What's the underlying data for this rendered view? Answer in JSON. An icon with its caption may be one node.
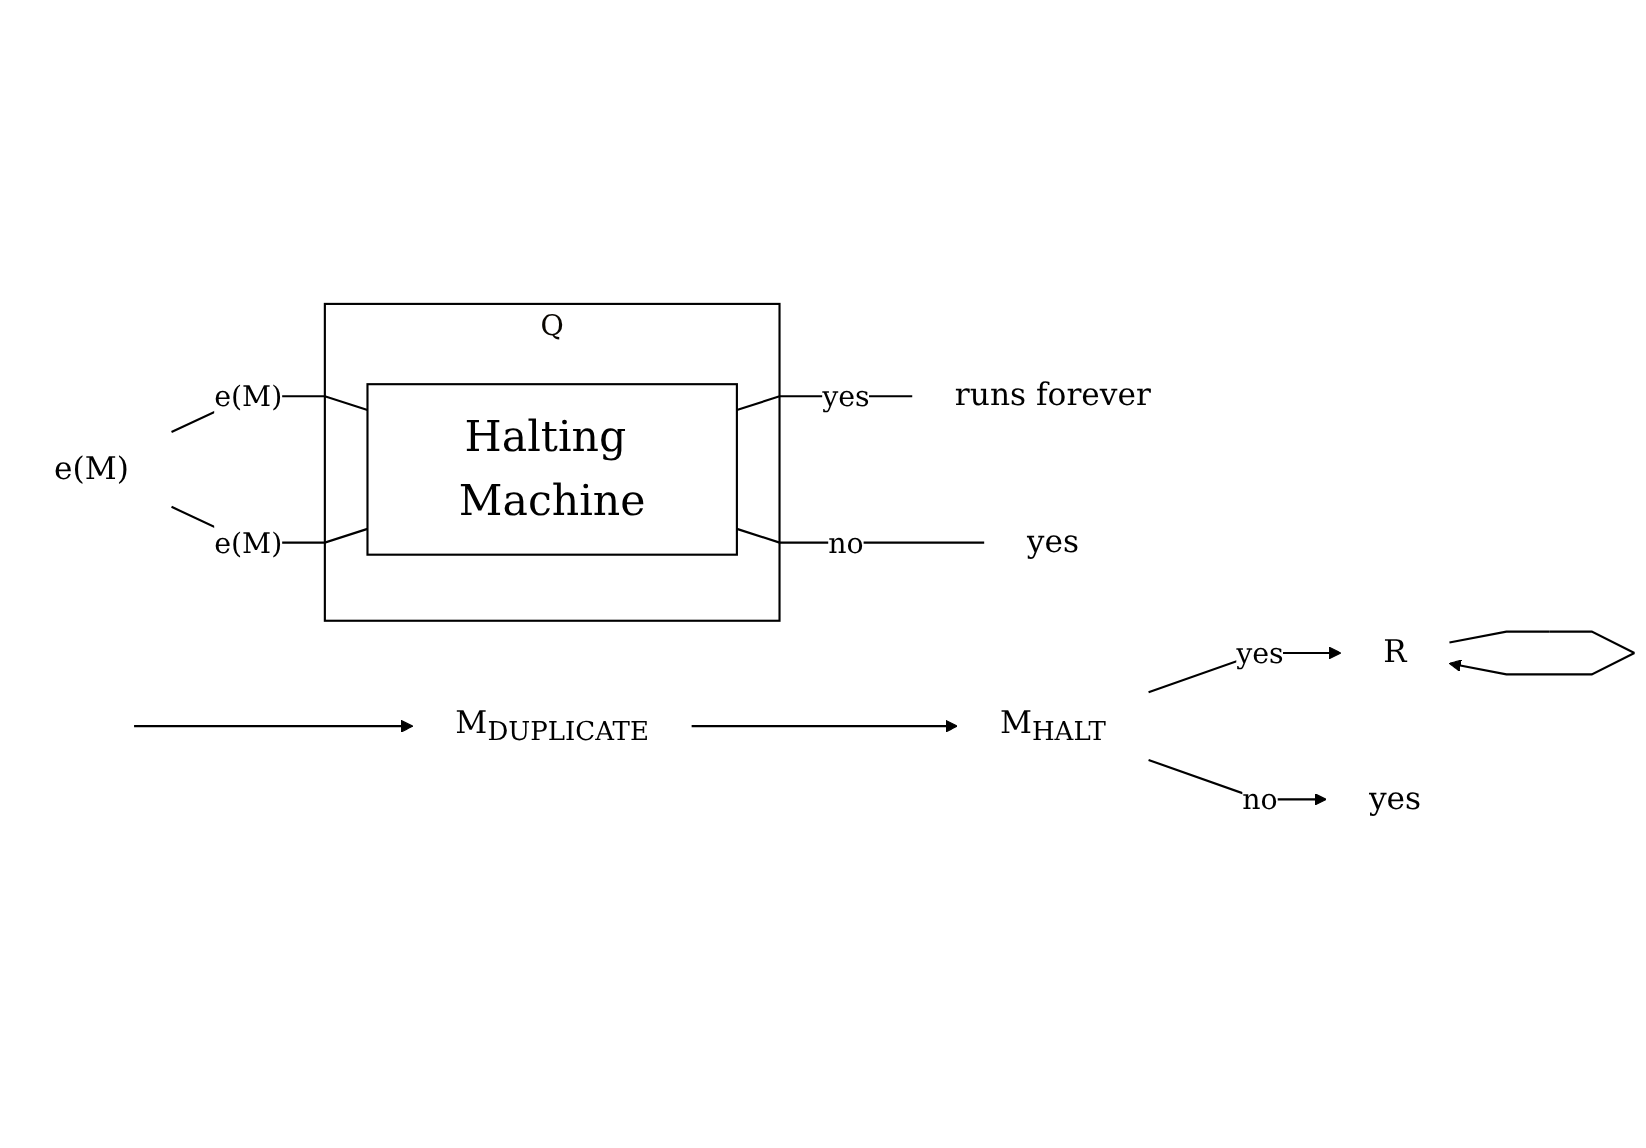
{
  "diagram": {
    "nodes": [
      {
        "text": [
          "Q"
        ]
      },
      {
        "text": [
          "Halting Machine"
        ],
        "in": 0
      },
      {
        "text": [
          "e(M)"
        ]
      },
      {
        "text": [
          "runs forever"
        ]
      },
      {
        "text": [
          "yes"
        ]
      },
      {
        "text": [
          "M$_{DUPLICATE}$"
        ]
      },
      {
        "text": [
          "M$_{HALT}$"
        ]
      },
      {
        "text": [
          "R"
        ]
      },
      {
        "text": [
          "yes"
        ]
      }
    ],
    "edges": [
      {
        "from": 2,
        "to": 1,
        "label": "e(M)",
        "arrow": "none"
      },
      {
        "from": 2,
        "to": 1,
        "label": "e(M)",
        "arrow": "none"
      },
      {
        "from": 1,
        "to": 3,
        "label": "yes",
        "arrow": "none"
      },
      {
        "from": 1,
        "to": 4,
        "label": "no",
        "arrow": "none"
      },
      {
        "from": null,
        "to": 5,
        "arrow": "to"
      },
      {
        "from": 5,
        "to": 6,
        "arrow": "to"
      },
      {
        "from": 6,
        "to": 7,
        "label": "yes",
        "arrow": "to"
      },
      {
        "from": 7,
        "to": 7,
        "arrow": "to"
      },
      {
        "from": 6,
        "to": 8,
        "label": "no",
        "arrow": "to"
      }
    ]
  }
}
